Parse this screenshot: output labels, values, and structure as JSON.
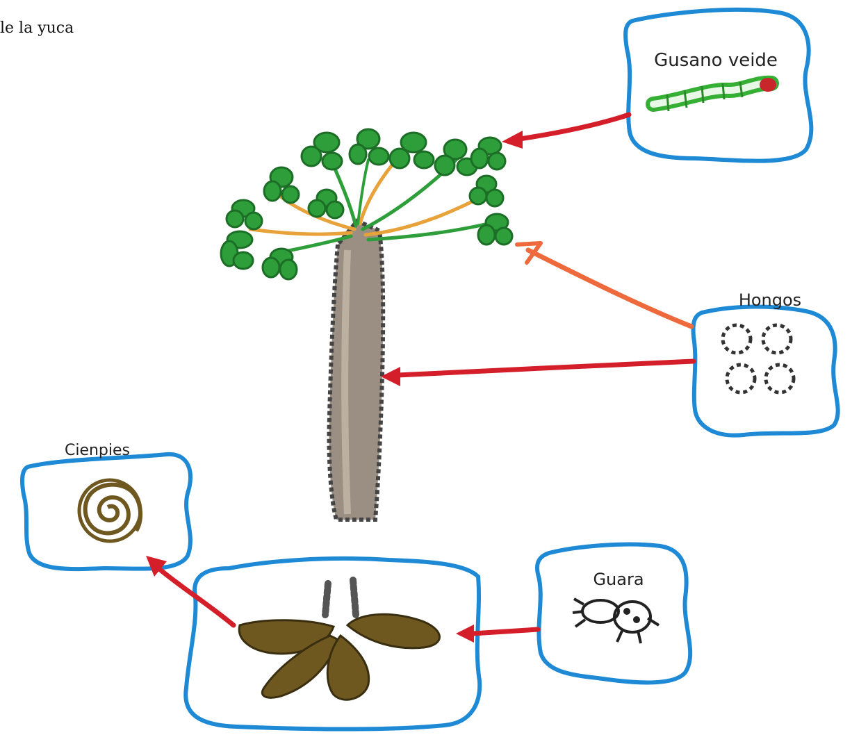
{
  "title": "le la yuca",
  "pests": {
    "gusano": "Gusano veide",
    "hongos": "Hongos",
    "ciempies": "Cienpies",
    "guara": "Guara"
  },
  "colors": {
    "frame": "#1e8ad6",
    "arrow_red": "#d41e2a",
    "arrow_orange": "#ee6a3c",
    "leaf": "#2e9e3a",
    "branch": "#e8a23a",
    "stem": "#9a8f82",
    "root": "#6e5820",
    "worm": "#35b035"
  }
}
